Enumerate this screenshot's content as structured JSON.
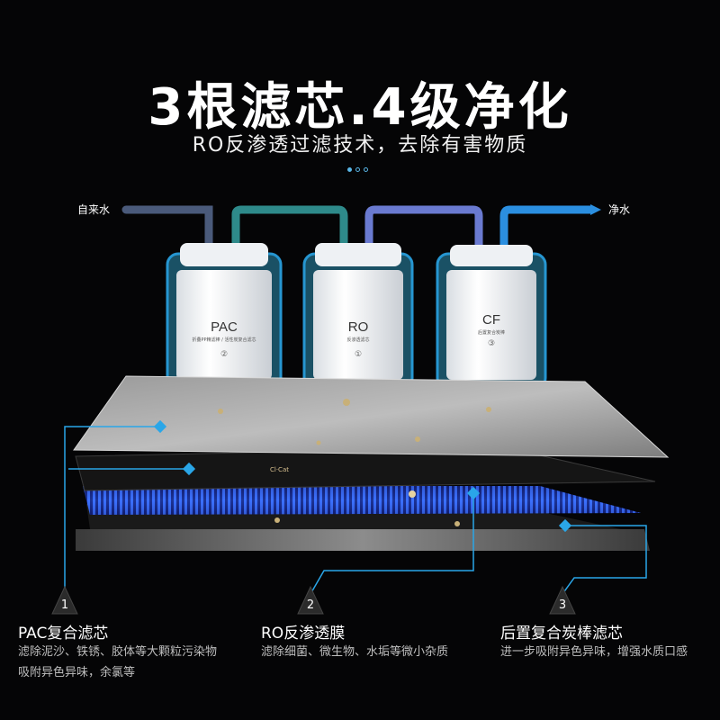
{
  "header": {
    "title": "3根滤芯.4级净化",
    "subtitle": "RO反渗透过滤技术，去除有害物质"
  },
  "flow": {
    "inlet_label": "自来水",
    "outlet_label": "净水"
  },
  "cartridges": [
    {
      "code": "PAC",
      "number": "②",
      "small_text": "折叠PP精滤棒 / 活性炭复合滤芯"
    },
    {
      "code": "RO",
      "number": "①",
      "small_text": "反渗透滤芯"
    },
    {
      "code": "CF",
      "number": "③",
      "small_text": "后置复合炭棒"
    }
  ],
  "layer_tag": "Cl·Cat",
  "steps": [
    {
      "number": "1",
      "title": "PAC复合滤芯",
      "desc_lines": [
        "滤除泥沙、铁锈、胶体等大颗粒污染物",
        "吸附异色异味，余氯等"
      ]
    },
    {
      "number": "2",
      "title": "RO反渗透膜",
      "desc_lines": [
        "滤除细菌、微生物、水垢等微小杂质"
      ]
    },
    {
      "number": "3",
      "title": "后置复合炭棒滤芯",
      "desc_lines": [
        "进一步吸附异色异味，增强水质口感"
      ]
    }
  ],
  "colors": {
    "background": "#050506",
    "accent": "#2aa6e8",
    "pipe_dark": "#4a5a7a",
    "pipe_teal": "#2e8a8a",
    "pipe_violet": "#6a7ad0",
    "pipe_blue": "#2b8fe0"
  }
}
